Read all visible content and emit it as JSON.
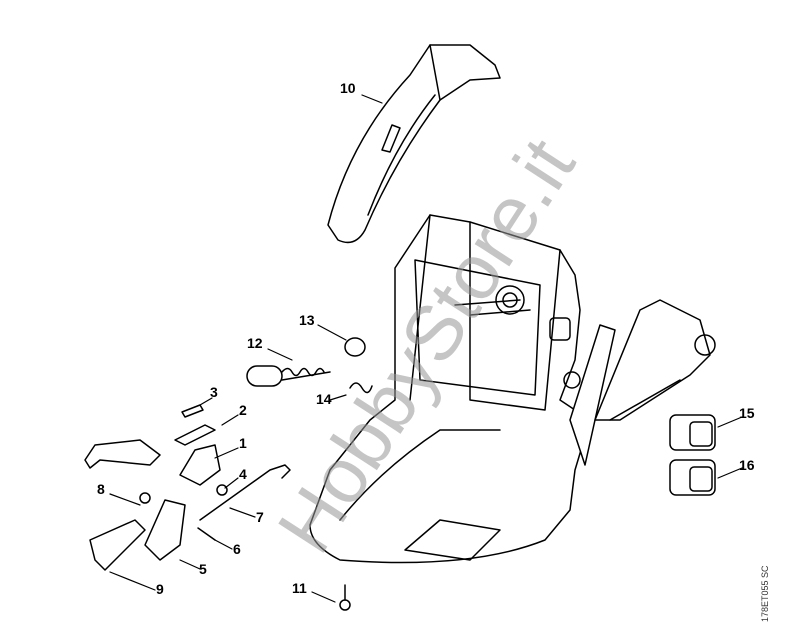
{
  "diagram": {
    "parts": [
      {
        "number": "1"
      },
      {
        "number": "2"
      },
      {
        "number": "3"
      },
      {
        "number": "4"
      },
      {
        "number": "5"
      },
      {
        "number": "6"
      },
      {
        "number": "7"
      },
      {
        "number": "8"
      },
      {
        "number": "9"
      },
      {
        "number": "10"
      },
      {
        "number": "11"
      },
      {
        "number": "12"
      },
      {
        "number": "13"
      },
      {
        "number": "14"
      },
      {
        "number": "15"
      },
      {
        "number": "16"
      }
    ],
    "drawing_code": "178ET055 SC",
    "watermark": "HobbyStore.it"
  }
}
